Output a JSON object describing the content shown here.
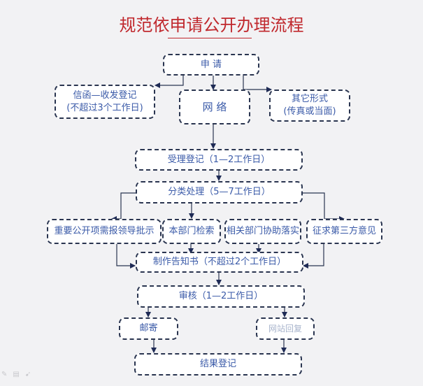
{
  "title": "规范依申请公开办理流程",
  "colors": {
    "title": "#c0282d",
    "node_text": "#3a5aa8",
    "node_border": "#2a3550",
    "connector": "#2a3550",
    "background": "#f2f2f4"
  },
  "nodes": {
    "apply": "申 请",
    "letter_line1": "信函—收发登记",
    "letter_line2": "(不超过3个工作日)",
    "network": "网 络",
    "other_line1": "其它形式",
    "other_line2": "(传真或当面)",
    "accept": "受理登记（1—2工作日）",
    "classify": "分类处理（5—7工作日）",
    "leader": "重要公开项需报领导批示",
    "dept_search": "本部门检索",
    "related_dept": "相关部门协助落实",
    "third_party": "征求第三方意见",
    "notice": "制作告知书（不超过2个工作日）",
    "review": "审核（1—2工作日）",
    "mail": "邮寄",
    "web_reply": "网站回复",
    "result": "结果登记"
  },
  "footer_icons": [
    "pen-icon",
    "notes-icon",
    "pointer-icon"
  ]
}
